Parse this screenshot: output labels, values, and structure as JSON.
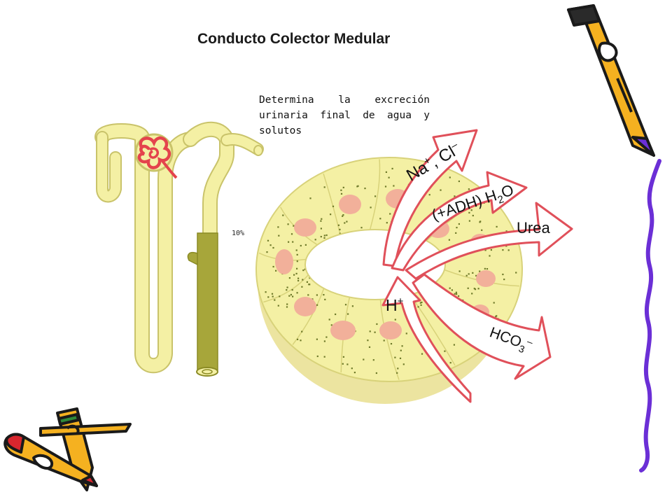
{
  "page": {
    "title": "Conducto Colector Medular",
    "description": "Determina la excreción urinaria final de agua y solutos",
    "percent_label": "10%"
  },
  "arrows": {
    "na_cl": {
      "main": "Na",
      "sup1": "+",
      "mid": ", Cl",
      "sup2": "–"
    },
    "water": {
      "main": "(+ADH) H",
      "sub": "2",
      "tail": "O"
    },
    "urea": {
      "label": "Urea"
    },
    "h": {
      "main": "H",
      "sup": "+"
    },
    "bicarbonate": {
      "main": "HCO",
      "sub": "3",
      "sup": "–"
    }
  },
  "colors": {
    "tubule_fill": "#f4f0a4",
    "tubule_stroke": "#c9c36a",
    "collecting_duct": "#a7a63a",
    "glomerulus": "#e4434c",
    "nucleus": "#f2b09a",
    "arrow_stroke": "#e0505a",
    "pencil_body": "#f5b120",
    "pencil_outline": "#1a1a1a",
    "purple_accent": "#6b2fd6"
  }
}
